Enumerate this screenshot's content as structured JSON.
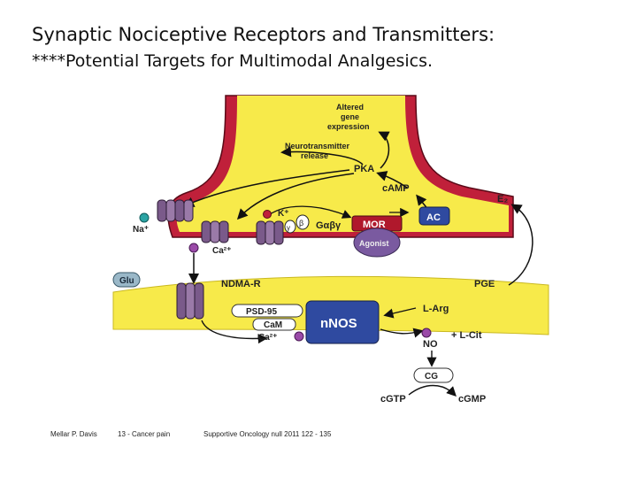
{
  "slide": {
    "title_line1": "Synaptic Nociceptive Receptors and Transmitters:",
    "title_line2": "****Potential Targets for Multimodal Analgesics."
  },
  "diagram": {
    "altered_gene": "Altered",
    "altered_gene2": "gene",
    "altered_gene3": "expression",
    "nt_release1": "Neurotransmitter",
    "nt_release2": "release",
    "pka": "PKA",
    "camp": "cAMP",
    "e2": "E₂",
    "ac": "AC",
    "mor": "MOR",
    "agonist": "Agonist",
    "k_plus": "K⁺",
    "gabg": "Gαβγ",
    "gamma": "γ",
    "beta": "β",
    "na_plus": "Na⁺",
    "ca2_plus": "Ca²⁺",
    "glu": "Glu",
    "ndma_r": "NDMA-R",
    "pge": "PGE",
    "psd95": "PSD-95",
    "nnos": "nNOS",
    "cam": "CaM",
    "ca2_plus_post": "Ca²⁺",
    "l_arg": "L-Arg",
    "no": "NO",
    "l_cit": "+ L-Cit",
    "cg": "CG",
    "cgtp": "cGTP",
    "cgmp": "cGMP"
  },
  "footer": {
    "author": "Mellar P. Davis",
    "topic": "13 - Cancer pain",
    "citation": "Supportive Oncology null 2011 122 - 135"
  },
  "colors": {
    "membrane": "#c0203a",
    "cytoplasm": "#f7ea4a",
    "channel": "#7a5a8a",
    "nnos": "#2f4aa0"
  }
}
